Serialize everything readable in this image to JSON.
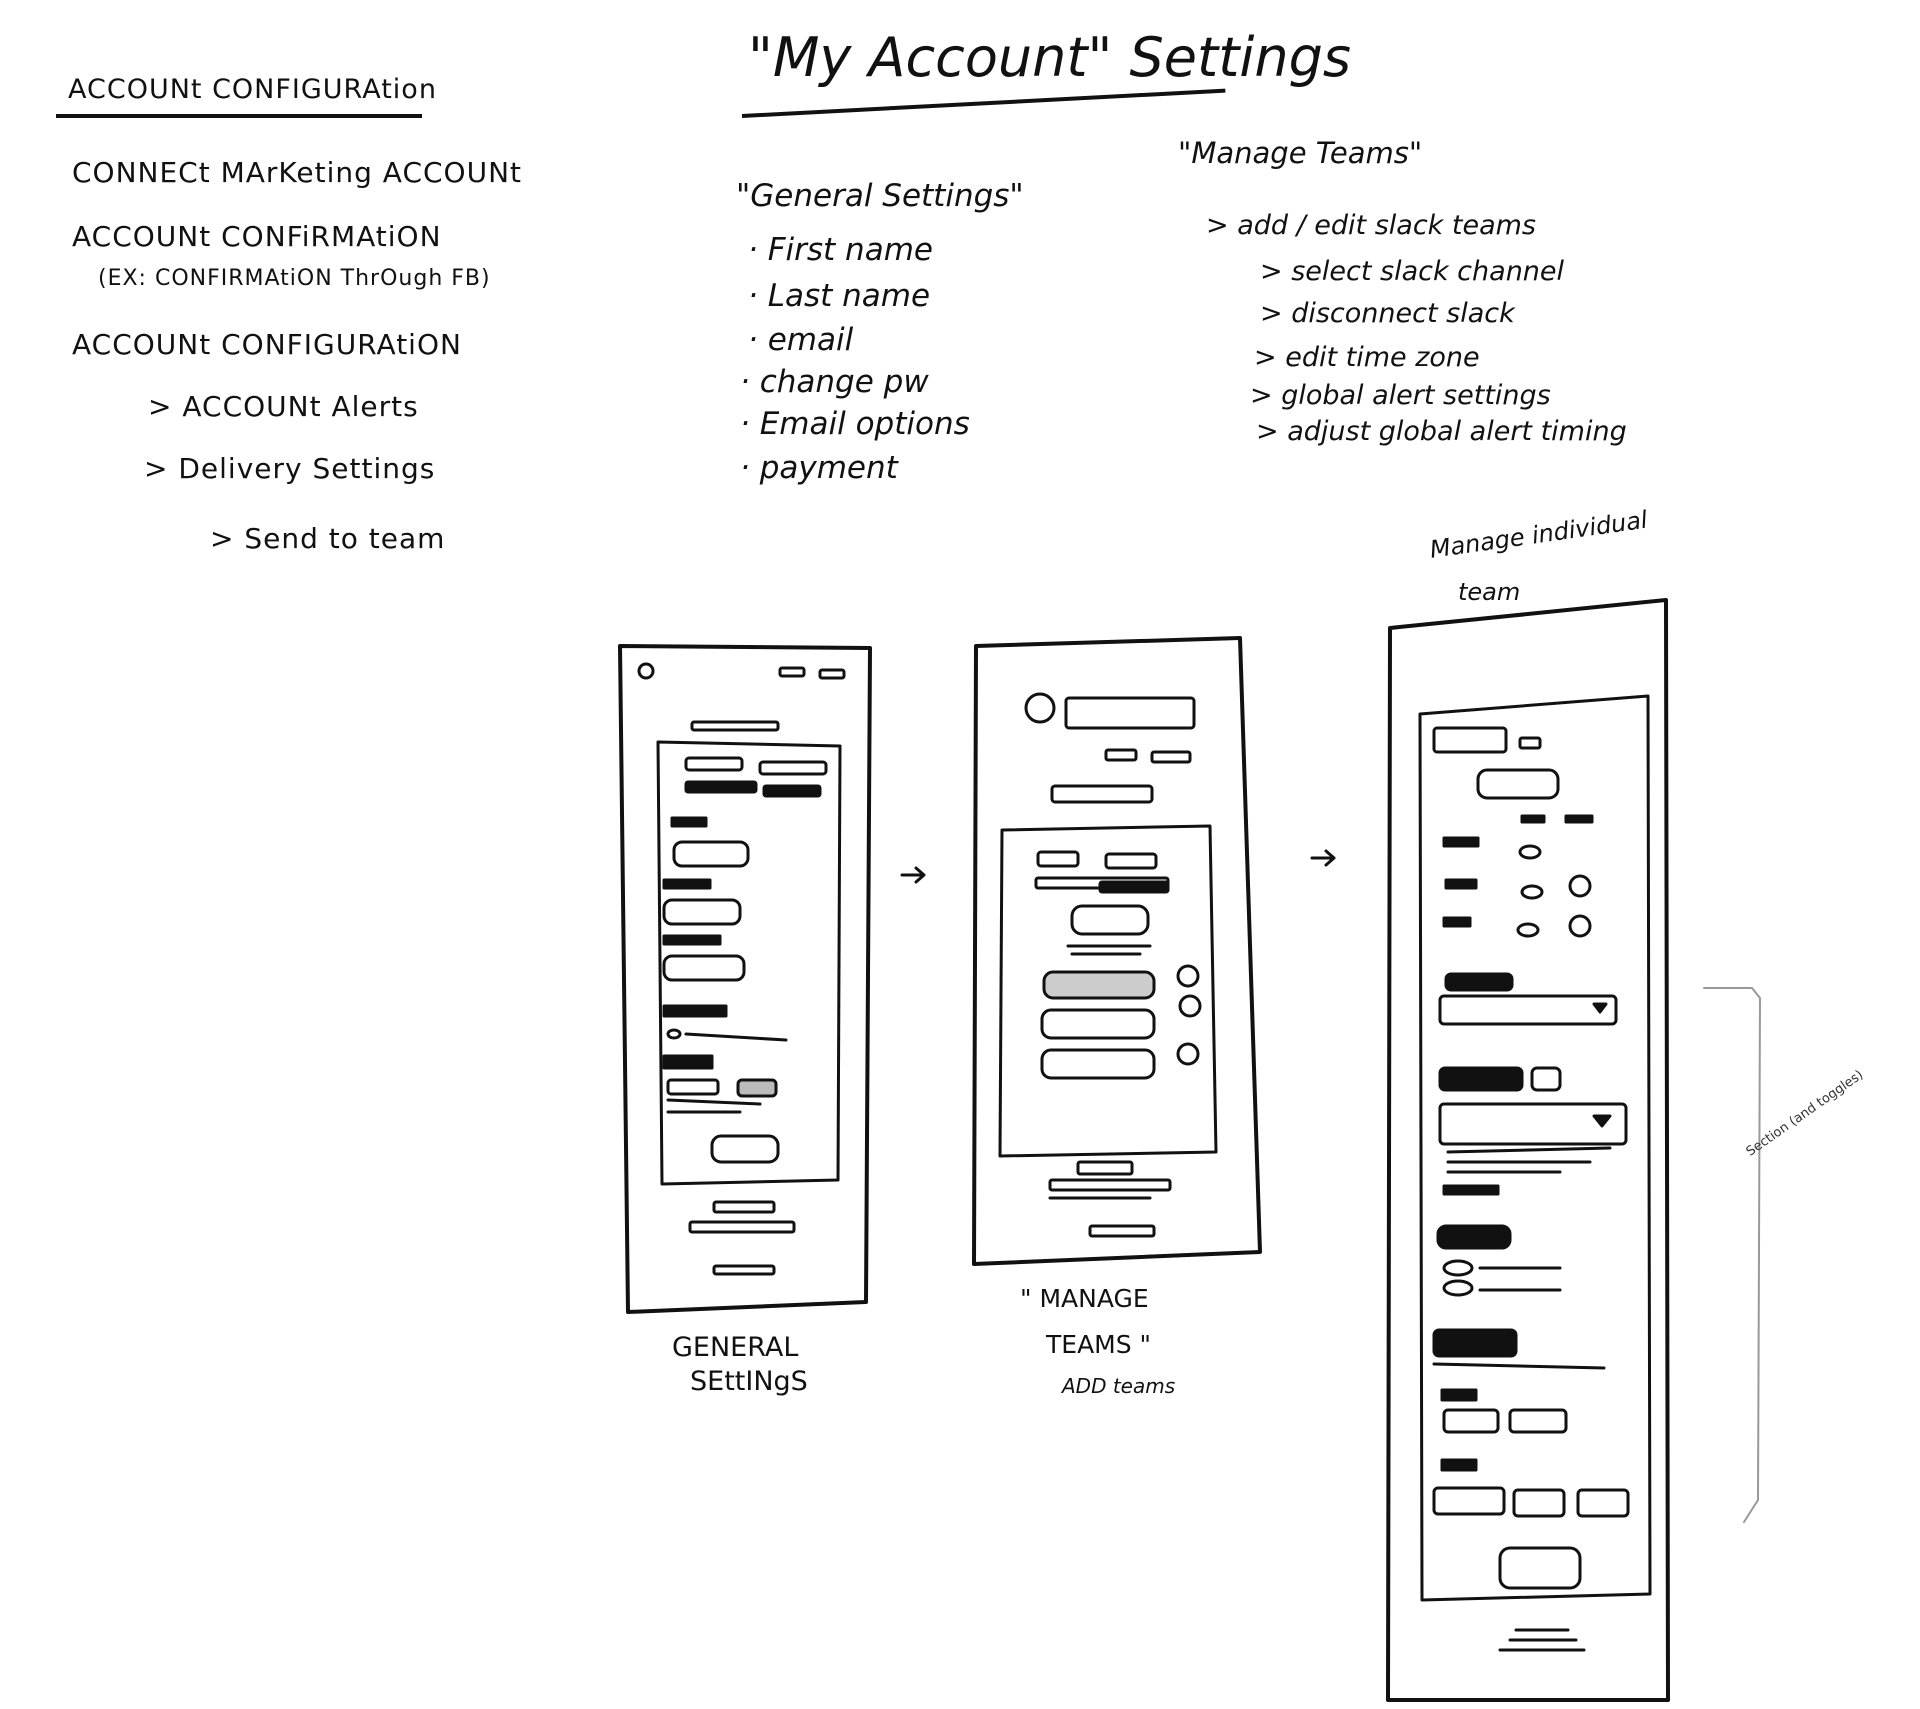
{
  "account_configuration": {
    "title": "ACCOUNt CONFIGURAtion",
    "items": [
      "CONNECt MArKeting ACCOUNt",
      "ACCOUNt CONFiRMAtiON",
      "(EX: CONFIRMAtiON ThrOugh FB)",
      "ACCOUNt CONFIGURAtiON",
      "> ACCOUNt Alerts",
      "> Delivery Settings",
      "> Send to team"
    ]
  },
  "my_account": {
    "title": "\"My Account\" Settings",
    "general_settings": {
      "heading": "\"General Settings\"",
      "items": [
        "· First name",
        "· Last name",
        "· email",
        "· change pw",
        "· Email options",
        "· payment"
      ]
    },
    "manage_teams": {
      "heading": "\"Manage Teams\"",
      "items": [
        "> add / edit slack teams",
        "> select slack channel",
        "> disconnect slack",
        "> edit time zone",
        "> global alert settings",
        "> adjust global alert timing"
      ]
    }
  },
  "wireframes": {
    "screen1_caption_1": "GENERAL",
    "screen1_caption_2": "SEttINgS",
    "screen2_caption_1": "\" MANAGE",
    "screen2_caption_2": "TEAMS \"",
    "screen2_caption_3": "ADD teams",
    "screen3_caption_1": "Manage individual",
    "screen3_caption_2": "team",
    "arrow": "→"
  },
  "side_note": "Section (and toggles)"
}
